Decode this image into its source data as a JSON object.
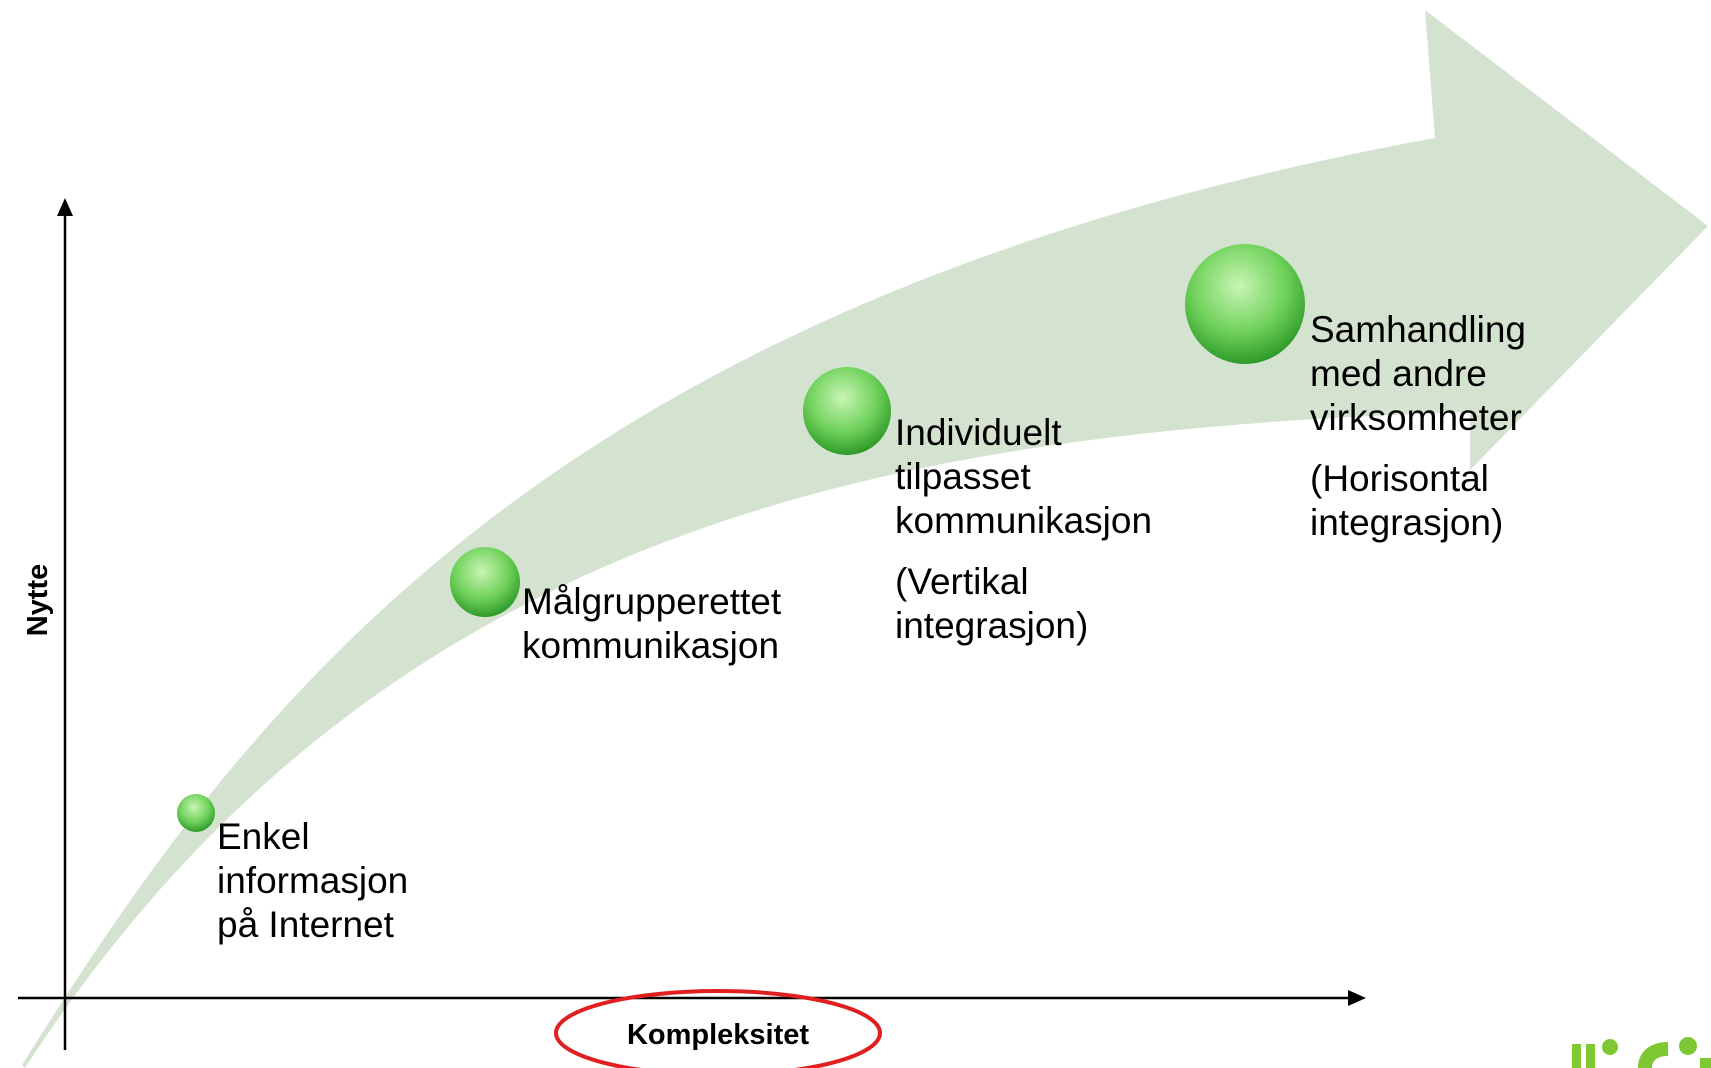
{
  "diagram": {
    "y_axis_label": "Nytte",
    "x_axis_label": "Kompleksitet",
    "stages": [
      {
        "lines": [
          "Enkel",
          "informasjon",
          "på Internet"
        ],
        "note_lines": []
      },
      {
        "lines": [
          "Målgrupperettet",
          "kommunikasjon"
        ],
        "note_lines": []
      },
      {
        "lines": [
          "Individuelt",
          "tilpasset",
          "kommunikasjon"
        ],
        "note_lines": [
          "(Vertikal",
          "integrasjon)"
        ]
      },
      {
        "lines": [
          "Samhandling",
          "med andre",
          "virksomheter"
        ],
        "note_lines": [
          "(Horisontal",
          "integrasjon)"
        ]
      }
    ]
  },
  "colors": {
    "arrow_fill": "#d3e3cf",
    "bubble_light": "#c9f5b5",
    "bubble_mid": "#6fd15a",
    "bubble_dark": "#2f9a2a",
    "highlight_ellipse": "#e02020",
    "logo_green": "#7dc832",
    "axis": "#000000"
  }
}
